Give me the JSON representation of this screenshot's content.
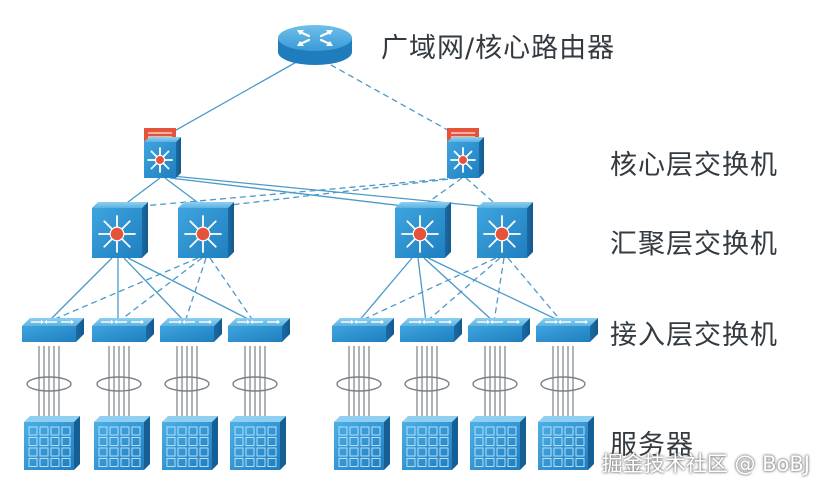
{
  "labels": {
    "router": "广域网/核心路由器",
    "core": "核心层交换机",
    "aggregation": "汇聚层交换机",
    "access": "接入层交换机",
    "server": "服务器"
  },
  "watermark": "掘金技术社区 @ BoBJ",
  "colors": {
    "device_blue": "#2a8fd0",
    "device_dark": "#1c6fa8",
    "core_red": "#e5533a",
    "link": "#4a9ac9",
    "text": "#333a40"
  },
  "icons": {
    "router": "router-icon",
    "core": "core-switch-icon",
    "aggregation": "multilayer-switch-icon",
    "access": "workgroup-switch-icon",
    "server": "server-rack-icon"
  }
}
